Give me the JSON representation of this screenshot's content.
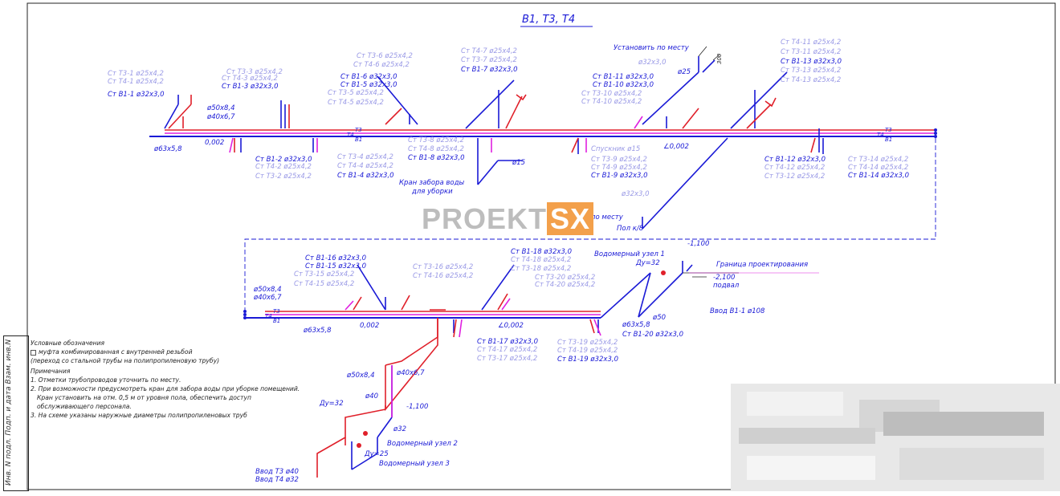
{
  "title": "В1, Т3, Т4",
  "watermark": {
    "text_left": "PROEKT",
    "text_right": "SX"
  },
  "stamp": {
    "side_label": "Инв. N подл. Подп. и дата Взам. инв.N"
  },
  "upper": {
    "risers_top_left": [
      "Ст Т3-1 ø25х4,2",
      "Ст Т4-1 ø25х4,2",
      "Ст В1-1 ø32х3,0"
    ],
    "risers_3": [
      "Ст Т3-3 ø25х4,2",
      "Ст Т4-3 ø25х4,2",
      "Ст В1-3 ø32х3,0"
    ],
    "risers_6": [
      "Ст Т3-6 ø25х4,2",
      "Ст Т4-6 ø25х4,2",
      "Ст В1-6 ø32х3,0",
      "Ст В1-5 ø32х3,0",
      "Ст Т3-5 ø25х4,2",
      "Ст Т4-5 ø25х4,2"
    ],
    "risers_7": [
      "Ст Т4-7 ø25х4,2",
      "Ст Т3-7 ø25х4,2",
      "Ст В1-7 ø32х3,0"
    ],
    "install": "Установить по месту",
    "riser_11_top": "ø32х3,0",
    "risers_11": [
      "Ст В1-11 ø32х3,0",
      "Ст В1-10 ø32х3,0",
      "Ст Т3-10 ø25х4,2",
      "Ст Т4-10 ø25х4,2"
    ],
    "d25": "ø25",
    "h300": "300",
    "risers_right_top": [
      "Ст Т4-11 ø25х4,2",
      "Ст Т3-11 ø25х4,2",
      "Ст В1-13 ø32х3,0",
      "Ст Т3-13 ø25х4,2",
      "Ст Т4-13 ø25х4,2"
    ],
    "d50": "ø50х8,4",
    "d40": "ø40х6,7",
    "d63": "ø63х5,8",
    "slope1": "0,002",
    "slope2": "∠0,002",
    "main_labels": [
      "Т3",
      "Т4",
      "В1"
    ],
    "risers_2": [
      "Ст В1-2 ø32х3,0",
      "Ст Т4-2 ø25х4,2",
      "Ст Т3-2 ø25х4,2"
    ],
    "risers_4": [
      "Ст Т3-4 ø25х4,2",
      "Ст Т4-4 ø25х4,2",
      "Ст В1-4 ø32х3,0"
    ],
    "risers_8": [
      "Ст Т3-8 ø25х4,2",
      "Ст Т4-8 ø25х4,2",
      "Ст В1-8 ø32х3,0"
    ],
    "d15": "ø15",
    "crane": [
      "Кран забора воды",
      "для уборки"
    ],
    "drain": "Спускник ø15",
    "risers_9": [
      "Ст Т3-9 ø25х4,2",
      "Ст Т4-9 ø25х4,2",
      "Ст В1-9 ø32х3,0"
    ],
    "risers_12": [
      "Ст В1-12 ø32х3,0",
      "Ст Т4-12 ø25х4,2",
      "Ст Т3-12 ø25х4,2"
    ],
    "risers_14": [
      "Ст Т3-14 ø25х4,2",
      "Ст Т4-14 ø25х4,2",
      "Ст В1-14 ø32х3,0"
    ],
    "riser_down": "ø32х3,0",
    "install2": "Установить по месту",
    "floor": "Пол к/8"
  },
  "lower": {
    "risers_16": [
      "Ст В1-16 ø32х3,0",
      "Ст В1-15 ø32х3,0",
      "Ст Т3-15 ø25х4,2",
      "Ст Т4-15 ø25х4,2"
    ],
    "risers_16b": [
      "Ст Т3-16 ø25х4,2",
      "Ст Т4-16 ø25х4,2"
    ],
    "risers_18": [
      "Ст В1-18 ø32х3,0",
      "Ст Т4-18 ø25х4,2",
      "Ст Т3-18 ø25х4,2",
      "Ст Т3-20 ø25х4,2",
      "Ст Т4-20 ø25х4,2"
    ],
    "meter1": "Водомерный узел 1",
    "du32": "Ду=32",
    "level_m1100": "-1,100",
    "border": "Граница проектирования",
    "level_m2100": "-2,100",
    "basement": "подвал",
    "input_b1": "Ввод В1-1 ø108",
    "d50": "ø50х8,4",
    "d40": "ø40х6,7",
    "d63": "ø63х5,8",
    "main_labels": [
      "Т3",
      "Т4",
      "В1"
    ],
    "slope1": "0,002",
    "slope2": "∠0,002",
    "d50b": "ø50",
    "d63b": "ø63х5,8",
    "riser_20": "Ст В1-20 ø32х3,0",
    "risers_17": [
      "Ст В1-17 ø32х3,0",
      "Ст Т4-17 ø25х4,2",
      "Ст Т3-17 ø25х4,2"
    ],
    "risers_19": [
      "Ст Т3-19 ø25х4,2",
      "Ст Т4-19 ø25х4,2",
      "Ст В1-19 ø32х3,0"
    ],
    "d50c": "ø50х8,4",
    "d40c": "ø40х6,7",
    "d40d": "ø40",
    "du32b": "Ду=32",
    "level_m1100b": "-1,100",
    "d32": "ø32",
    "meter2": "Водомерный узел 2",
    "du25": "Ду=25",
    "meter3": "Водомерный узел 3",
    "input_t3": "Ввод Т3 ø40",
    "input_t4": "Ввод Т4 ø32"
  },
  "notes": {
    "legend_title": "Условные обозначения",
    "legend_item1": "муфта комбинированная с внутренней резьбой",
    "legend_item2": "(переход со стальной трубы на полипропиленовую трубу)",
    "notes_title": "Примечания",
    "n1": "1.  Отметки трубопроводов  уточнить по месту.",
    "n2": "2.  При возможности предусмотреть кран для забора воды при уборке помещений.",
    "n2b": "Кран установить на отм. 0,5 м от уровня пола, обеспечить доступ",
    "n2c": "обслуживающего персонала.",
    "n3": "3.  На схеме указаны наружные диаметры полипропиленовых труб"
  },
  "colors": {
    "water": "#1a1ad6",
    "hot": "#e0202a",
    "recirc": "#e020e0",
    "leader": "#9a9ae6",
    "frame": "#222222"
  }
}
